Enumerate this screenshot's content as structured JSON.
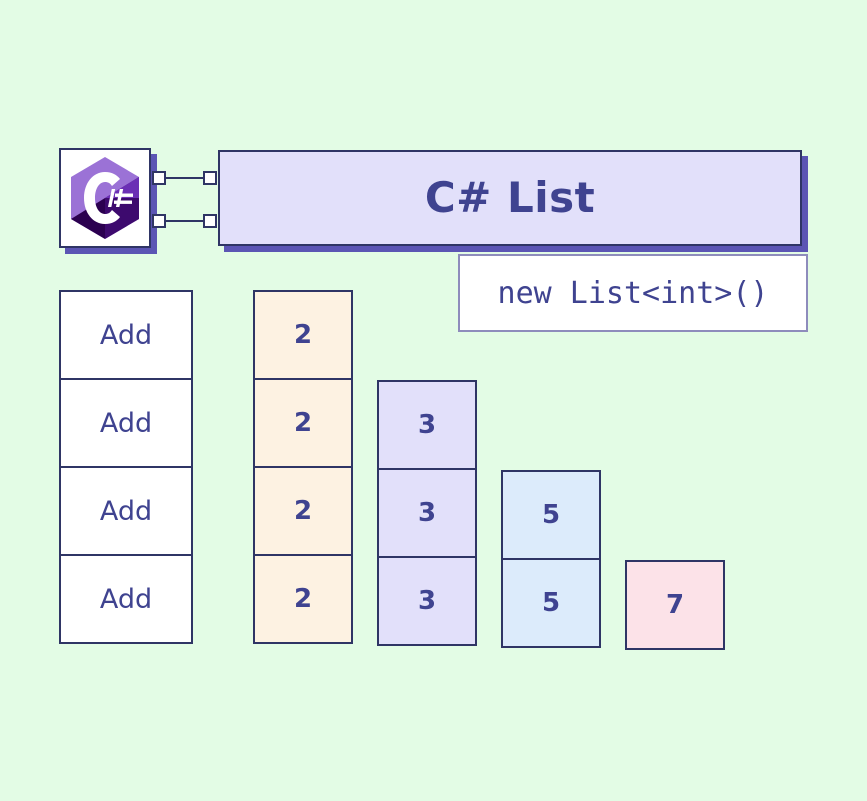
{
  "background_color": "#e3fce5",
  "accent_color": "#3f4390",
  "border_color": "#2f3565",
  "shadow_color": "#5b55b4",
  "header": {
    "icon_name": "csharp-logo-icon",
    "title": "C# List",
    "connector_count": 2
  },
  "code_box": {
    "text": "new List<int>()"
  },
  "operations": {
    "label": "Add",
    "items": [
      {
        "label": "Add"
      },
      {
        "label": "Add"
      },
      {
        "label": "Add"
      },
      {
        "label": "Add"
      }
    ]
  },
  "columns": [
    {
      "name": "value-column-2",
      "value": "2",
      "color": "#fdf2e2",
      "cells": [
        "2",
        "2",
        "2",
        "2"
      ]
    },
    {
      "name": "value-column-3",
      "value": "3",
      "color": "#e2e0fa",
      "cells": [
        "3",
        "3",
        "3"
      ]
    },
    {
      "name": "value-column-5",
      "value": "5",
      "color": "#dcebfb",
      "cells": [
        "5",
        "5"
      ]
    },
    {
      "name": "value-column-7",
      "value": "7",
      "color": "#fce2e8",
      "cells": [
        "7"
      ]
    }
  ]
}
